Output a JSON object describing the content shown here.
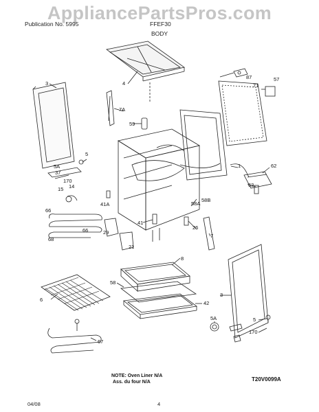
{
  "watermark": "AppliancePartsPros.com",
  "header": {
    "left": "Publication No. 5995",
    "right": "FFEF30",
    "section": "BODY"
  },
  "parts": [
    {
      "id": "p4",
      "label": "4"
    },
    {
      "id": "p87",
      "label": "87"
    },
    {
      "id": "p57",
      "label": "57"
    },
    {
      "id": "p71",
      "label": "71"
    },
    {
      "id": "p3a",
      "label": "3"
    },
    {
      "id": "p7a",
      "label": "7A"
    },
    {
      "id": "p59",
      "label": "59"
    },
    {
      "id": "p5a",
      "label": "5"
    },
    {
      "id": "p5aa",
      "label": "5A"
    },
    {
      "id": "p37",
      "label": "37"
    },
    {
      "id": "p170a",
      "label": "170"
    },
    {
      "id": "p14",
      "label": "14"
    },
    {
      "id": "p15",
      "label": "15"
    },
    {
      "id": "p1",
      "label": "1"
    },
    {
      "id": "p62",
      "label": "62"
    },
    {
      "id": "p63",
      "label": "63"
    },
    {
      "id": "p41a",
      "label": "41A"
    },
    {
      "id": "p58a",
      "label": "58A"
    },
    {
      "id": "p58b",
      "label": "58B"
    },
    {
      "id": "p66a",
      "label": "66"
    },
    {
      "id": "p66b",
      "label": "66"
    },
    {
      "id": "p68",
      "label": "68"
    },
    {
      "id": "p41",
      "label": "41"
    },
    {
      "id": "p29",
      "label": "29"
    },
    {
      "id": "p21",
      "label": "21"
    },
    {
      "id": "p26",
      "label": "26"
    },
    {
      "id": "p7b",
      "label": "7"
    },
    {
      "id": "p8",
      "label": "8"
    },
    {
      "id": "p58",
      "label": "58"
    },
    {
      "id": "p3b",
      "label": "3"
    },
    {
      "id": "p42",
      "label": "42"
    },
    {
      "id": "p6",
      "label": "6"
    },
    {
      "id": "p67",
      "label": "67"
    },
    {
      "id": "p5ab",
      "label": "5A"
    },
    {
      "id": "p5b",
      "label": "5"
    },
    {
      "id": "p170b",
      "label": "170"
    }
  ],
  "note": {
    "line1": "NOTE: Oven Liner N/A",
    "line2": "Ass. du four N/A"
  },
  "diagram_code": "T20V0099A",
  "footer": {
    "date": "04/08",
    "page": "4"
  }
}
